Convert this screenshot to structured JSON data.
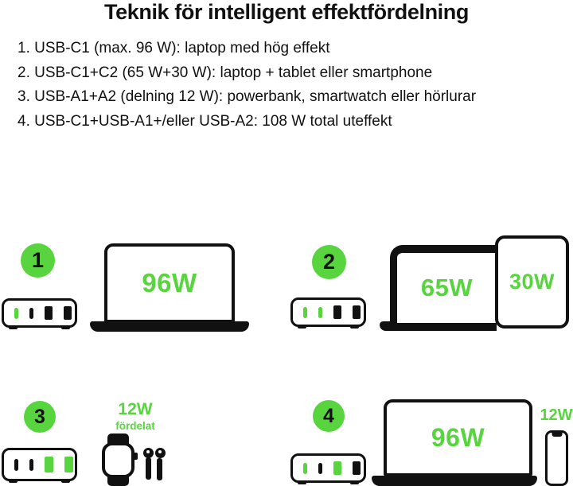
{
  "title": "Teknik för intelligent effektfördelning",
  "colors": {
    "accent_green": "#58D43F",
    "ink": "#111111",
    "background": "#FFFFFF"
  },
  "feature_list": [
    "1. USB-C1 (max. 96 W): laptop med hög effekt",
    "2. USB-C1+C2 (65 W+30 W): laptop + tablet eller smartphone",
    "3. USB-A1+A2 (delning 12 W): powerbank, smartwatch eller hörlurar",
    "4. USB-C1+USB-A1+/eller USB-A2: 108 W total uteffekt"
  ],
  "scenarios": [
    {
      "number": "1",
      "charger_ports": [
        {
          "name": "USB-C1",
          "type": "usb-c",
          "active": true
        },
        {
          "name": "USB-C2",
          "type": "usb-c",
          "active": false
        },
        {
          "name": "USB-A1",
          "type": "usb-a",
          "active": false
        },
        {
          "name": "USB-A2",
          "type": "usb-a",
          "active": false
        }
      ],
      "laptop_label": "96W"
    },
    {
      "number": "2",
      "charger_ports": [
        {
          "name": "USB-C1",
          "type": "usb-c",
          "active": true
        },
        {
          "name": "USB-C2",
          "type": "usb-c",
          "active": true
        },
        {
          "name": "USB-A1",
          "type": "usb-a",
          "active": false
        },
        {
          "name": "USB-A2",
          "type": "usb-a",
          "active": false
        }
      ],
      "laptop_label": "65W",
      "tablet_label": "30W"
    },
    {
      "number": "3",
      "charger_ports": [
        {
          "name": "USB-C1",
          "type": "usb-c",
          "active": false
        },
        {
          "name": "USB-C2",
          "type": "usb-c",
          "active": false
        },
        {
          "name": "USB-A1",
          "type": "usb-a",
          "active": true
        },
        {
          "name": "USB-A2",
          "type": "usb-a",
          "active": true
        }
      ],
      "shared_label": "12W",
      "shared_sublabel": "fördelat"
    },
    {
      "number": "4",
      "charger_ports": [
        {
          "name": "USB-C1",
          "type": "usb-c",
          "active": true
        },
        {
          "name": "USB-C2",
          "type": "usb-c",
          "active": false
        },
        {
          "name": "USB-A1",
          "type": "usb-a",
          "active": true
        },
        {
          "name": "USB-A2",
          "type": "usb-a",
          "active": false
        }
      ],
      "laptop_label": "96W",
      "phone_label": "12W"
    }
  ]
}
